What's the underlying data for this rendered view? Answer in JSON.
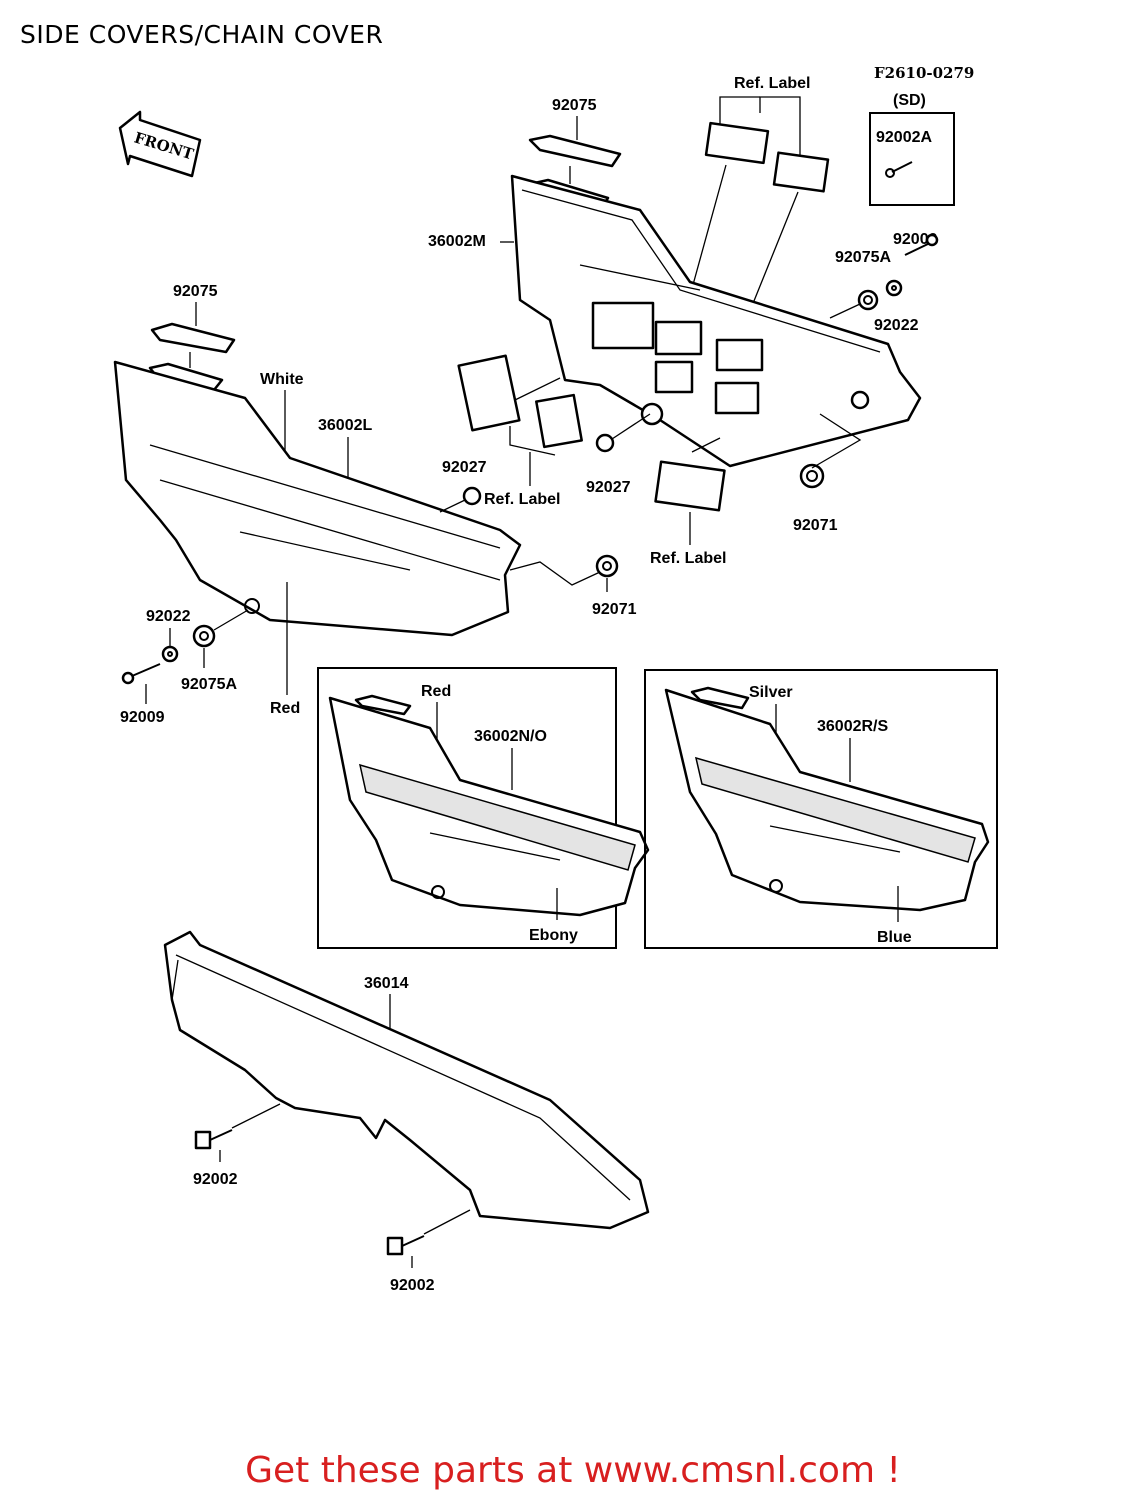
{
  "page": {
    "title": "SIDE COVERS/CHAIN COVER",
    "figure_code": "F2610-0279",
    "footer": "Get these parts at www.cmsnl.com !",
    "footer_color": "#d81f1f"
  },
  "front_arrow": {
    "label": "FRONT"
  },
  "sd_box": {
    "title": "(SD)",
    "part": "92002A"
  },
  "labels": {
    "ref_label_top": "Ref. Label",
    "ref_label_mid": "Ref. Label",
    "ref_label_bottom": "Ref. Label",
    "p92075_top": "92075",
    "p36002M": "36002M",
    "p92075A_right": "92075A",
    "p92009_right": "92009",
    "p92022_right": "92022",
    "p92075_left": "92075",
    "white": "White",
    "p36002L": "36002L",
    "p92027_left": "92027",
    "p92027_mid": "92027",
    "p92071_right": "92071",
    "p92071_mid": "92071",
    "p92022_left": "92022",
    "p92075A_left": "92075A",
    "p92009_left": "92009",
    "red_left": "Red",
    "red_box": "Red",
    "p36002NO": "36002N/O",
    "ebony": "Ebony",
    "silver": "Silver",
    "p36002RS": "36002R/S",
    "blue": "Blue",
    "p36014": "36014",
    "p92002_top": "92002",
    "p92002_bottom": "92002"
  }
}
